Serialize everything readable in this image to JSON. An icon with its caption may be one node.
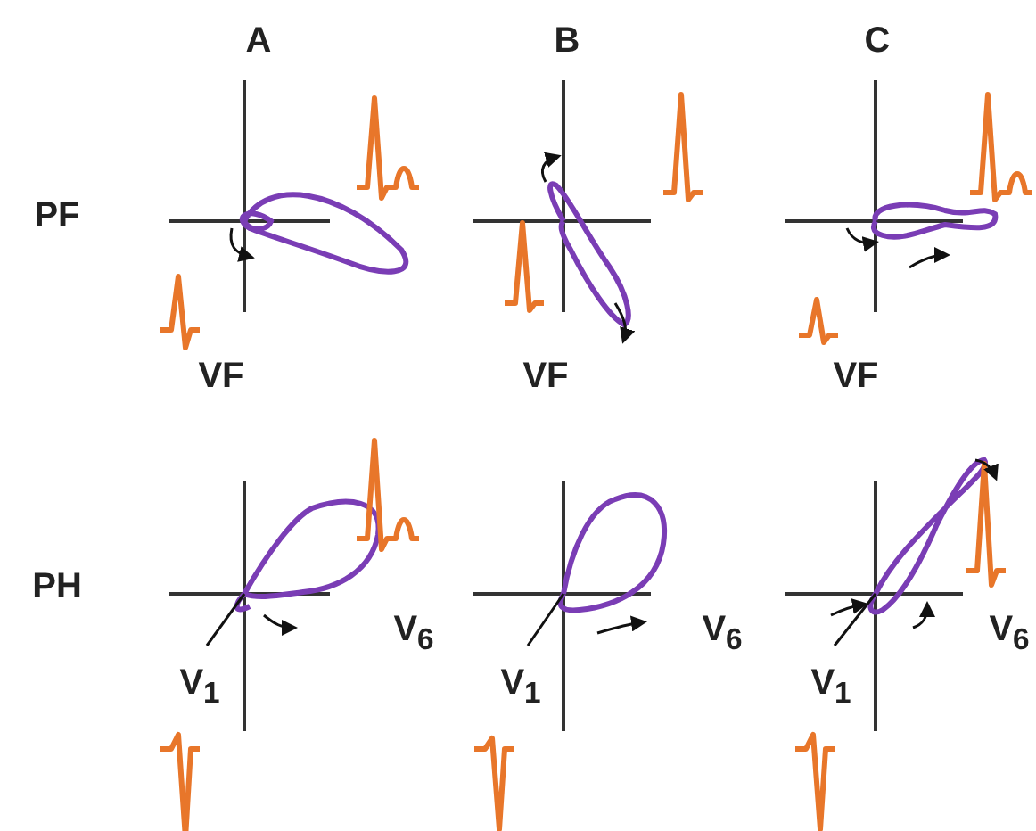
{
  "diagram": {
    "labels": [
      "A",
      "B",
      "C",
      "PF",
      "VF",
      "VF",
      "VF",
      "PH",
      "V$_{6}$",
      "V$_{6}$",
      "V$_{6}$",
      "V$_{1}$",
      "V$_{1}$",
      "V$_{1}$"
    ]
  }
}
